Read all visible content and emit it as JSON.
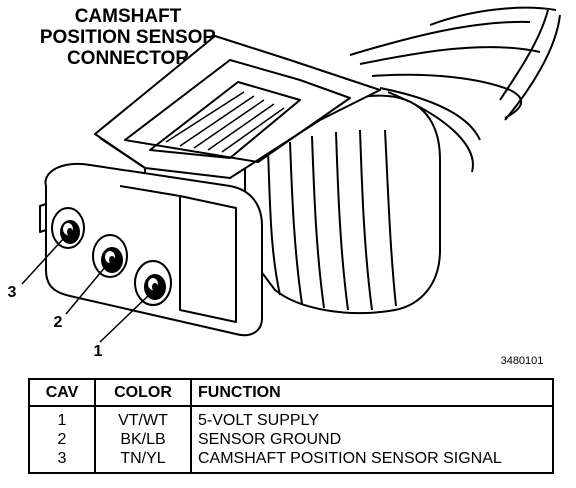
{
  "title_lines": [
    "CAMSHAFT",
    "POSITION SENSOR",
    "CONNECTOR"
  ],
  "callouts": [
    "3",
    "2",
    "1"
  ],
  "part_number": "3480101",
  "table": {
    "headers": [
      "CAV",
      "COLOR",
      "FUNCTION"
    ],
    "rows": [
      [
        "1",
        "VT/WT",
        "5-VOLT SUPPLY"
      ],
      [
        "2",
        "BK/LB",
        "SENSOR GROUND"
      ],
      [
        "3",
        "TN/YL",
        "CAMSHAFT POSITION SENSOR SIGNAL"
      ]
    ]
  }
}
